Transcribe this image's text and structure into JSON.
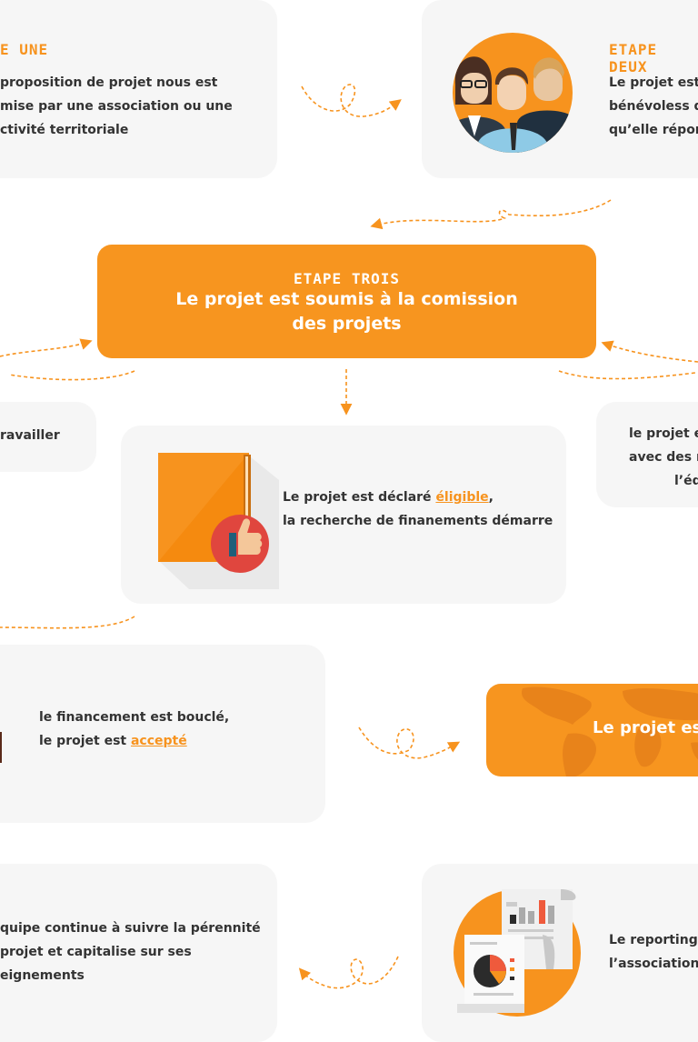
{
  "steps": {
    "one": {
      "label": "E UNE",
      "lines": [
        "proposition de projet nous est",
        "mise par une association ou une",
        "ctivité territoriale"
      ]
    },
    "two": {
      "label": "ETAPE DEUX",
      "lines": [
        "Le projet est i",
        "bénévoless qu",
        "qu’elle répond"
      ]
    },
    "three": {
      "label": "ETAPE TROIS",
      "line1": "Le projet est soumis à la comission",
      "line2": "des projets"
    },
    "left_partial": {
      "text": "ravailler"
    },
    "right_partial": {
      "lines": [
        "le projet es",
        "avec des ré",
        "l’éq"
      ]
    },
    "eligible": {
      "before": "Le projet est déclaré ",
      "highlight": "éligible",
      "after": ",",
      "line2": "la recherche de finanements démarre"
    },
    "funding": {
      "line1": "le financement est bouclé,",
      "before": "le projet est ",
      "highlight": "accepté"
    },
    "launch": {
      "text": "Le projet est"
    },
    "followup": {
      "lines": [
        "quipe continue à suivre la pérennité",
        "projet et capitalise sur ses",
        "eignements"
      ]
    },
    "reporting": {
      "lines": [
        "Le reporting e",
        "l’association e"
      ]
    }
  },
  "colors": {
    "accent": "#f7931e",
    "card_bg": "#f6f6f6",
    "text": "#333333"
  },
  "icons": [
    "team-icon",
    "folder-thumbs-up-icon",
    "report-documents-icon",
    "world-map-icon"
  ]
}
